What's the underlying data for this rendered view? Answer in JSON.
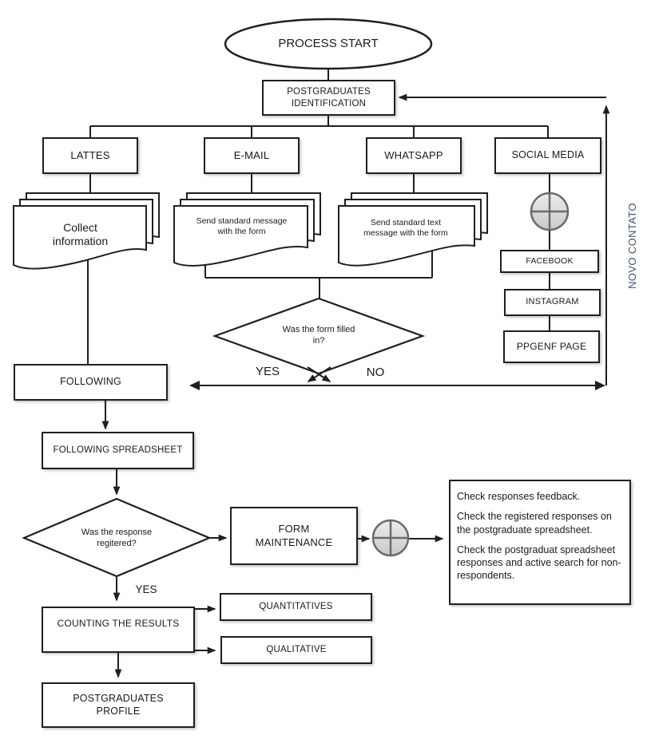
{
  "colors": {
    "line": "#1f1f1f",
    "box_fill": "#ffffff",
    "connector_fill_top": "#ececec",
    "connector_fill_bottom": "#c9c9c9",
    "connector_stroke": "#6b6b6b",
    "novo_contato_text": "#44546a"
  },
  "flow": {
    "start": "PROCESS START",
    "identification": "POSTGRADUATES IDENTIFICATION",
    "channels": {
      "lattes": "LATTES",
      "email": "E-MAIL",
      "whatsapp": "WHATSAPP",
      "social": "SOCIAL MEDIA"
    },
    "docs": {
      "collect": "Collect information",
      "email_msg": "Send standard message with the form",
      "whatsapp_msg": "Send standard text message with the form"
    },
    "social_pages": {
      "facebook": "FACEBOOK",
      "instagram": "INSTAGRAM",
      "ppgenf": "PPGENF PAGE"
    },
    "feedback_label": "NOVO CONTATO",
    "decision_form": {
      "question": "Was the form filled in?",
      "yes": "YES",
      "no": "NO"
    },
    "following": "FOLLOWING",
    "following_spreadsheet": "FOLLOWING SPREADSHEET",
    "decision_response": {
      "question": "Was the response regitered?",
      "yes": "YES"
    },
    "form_maintenance": "FORM MAINTENANCE",
    "notes": [
      "Check responses feedback.",
      "Check the registered responses on the postgraduate spreadsheet.",
      "Check the postgraduat spreadsheet responses and active search for non-respondents."
    ],
    "counting": "COUNTING THE RESULTS",
    "outputs": {
      "quantitatives": "QUANTITATIVES",
      "qualitative": "QUALITATIVE"
    },
    "profile": "POSTGRADUATES PROFILE"
  }
}
